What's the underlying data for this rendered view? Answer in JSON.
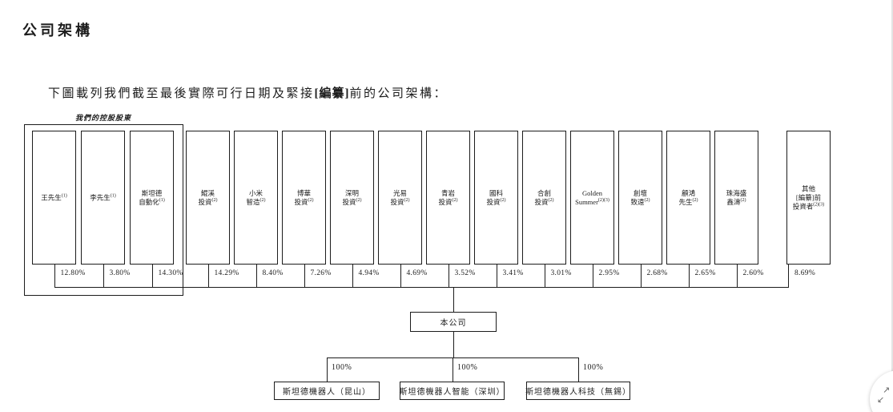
{
  "page": {
    "title": "公司架構",
    "subtitle": {
      "pre": "下圖載列我們截至最後實際可行日期及緊接",
      "bold": "[編纂]",
      "post": "前的公司架構："
    }
  },
  "diagram": {
    "controlling_group_label": "我們的控股股東",
    "shareholders": [
      {
        "lines": [
          "王先生"
        ],
        "sup": "(1)",
        "pct": "12.80%",
        "controlling": true
      },
      {
        "lines": [
          "李先生"
        ],
        "sup": "(1)",
        "pct": "3.80%",
        "controlling": true
      },
      {
        "lines": [
          "斯坦德",
          "自動化"
        ],
        "sup": "(1)",
        "pct": "14.30%",
        "controlling": true
      },
      {
        "lines": [
          "鯤溪",
          "投資"
        ],
        "sup": "(2)",
        "pct": "14.29%",
        "controlling": false
      },
      {
        "lines": [
          "小米",
          "智造"
        ],
        "sup": "(2)",
        "pct": "8.40%",
        "controlling": false
      },
      {
        "lines": [
          "博華",
          "投資"
        ],
        "sup": "(2)",
        "pct": "7.26%",
        "controlling": false
      },
      {
        "lines": [
          "深明",
          "投資"
        ],
        "sup": "(2)",
        "pct": "4.94%",
        "controlling": false
      },
      {
        "lines": [
          "光易",
          "投資"
        ],
        "sup": "(2)",
        "pct": "4.69%",
        "controlling": false
      },
      {
        "lines": [
          "青岩",
          "投資"
        ],
        "sup": "(2)",
        "pct": "3.52%",
        "controlling": false
      },
      {
        "lines": [
          "國科",
          "投資"
        ],
        "sup": "(2)",
        "pct": "3.41%",
        "controlling": false
      },
      {
        "lines": [
          "合創",
          "投資"
        ],
        "sup": "(2)",
        "pct": "3.01%",
        "controlling": false
      },
      {
        "lines": [
          "Golden",
          "Summer"
        ],
        "sup": "(2)(3)",
        "pct": "2.95%",
        "controlling": false
      },
      {
        "lines": [
          "創壇",
          "致遠"
        ],
        "sup": "(2)",
        "pct": "2.68%",
        "controlling": false
      },
      {
        "lines": [
          "顧鴻",
          "先生"
        ],
        "sup": "(2)",
        "pct": "2.65%",
        "controlling": false
      },
      {
        "lines": [
          "珠海盛",
          "鑫濤"
        ],
        "sup": "(2)",
        "pct": "2.60%",
        "controlling": false
      },
      {
        "lines": [
          "其他",
          "[編纂]前",
          "投資者"
        ],
        "sup": "(2)(3)",
        "pct": "8.69%",
        "controlling": false
      }
    ],
    "company": {
      "label": "本公司"
    },
    "subsidiaries": [
      {
        "label": "斯坦德機器人（昆山）",
        "pct": "100%"
      },
      {
        "label": "斯坦德機器人智能（深圳）",
        "pct": "100%"
      },
      {
        "label": "斯坦德機器人科技（無錫）",
        "pct": "100%"
      }
    ]
  },
  "floating_button": {
    "icon": "expand-arrows",
    "arrow_ne": "↗",
    "arrow_sw": "↙"
  }
}
